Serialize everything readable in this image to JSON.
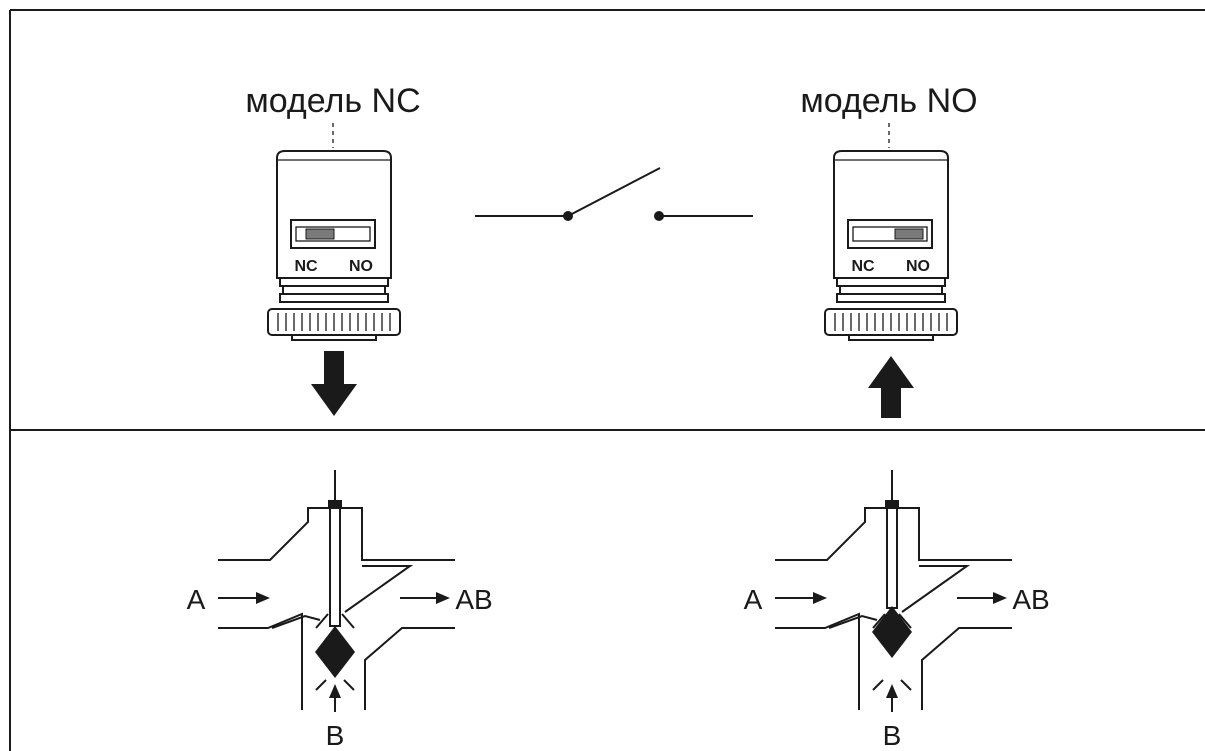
{
  "actuators": [
    {
      "title": "модель NC",
      "switch_left": "NC",
      "switch_right": "NO",
      "switch_position": "NC",
      "arrow": "down"
    },
    {
      "title": "модель NO",
      "switch_left": "NC",
      "switch_right": "NO",
      "switch_position": "NO",
      "arrow": "up"
    }
  ],
  "valves": [
    {
      "port_a": "A",
      "port_ab": "AB",
      "port_b": "B",
      "plug_position": "closing B (seated low)"
    },
    {
      "port_a": "A",
      "port_ab": "AB",
      "port_b": "B",
      "plug_position": "closing A (seated high)"
    }
  ],
  "colors": {
    "line": "#1a1a1a",
    "switch_slider": "#7a7a7a",
    "background": "#ffffff"
  }
}
